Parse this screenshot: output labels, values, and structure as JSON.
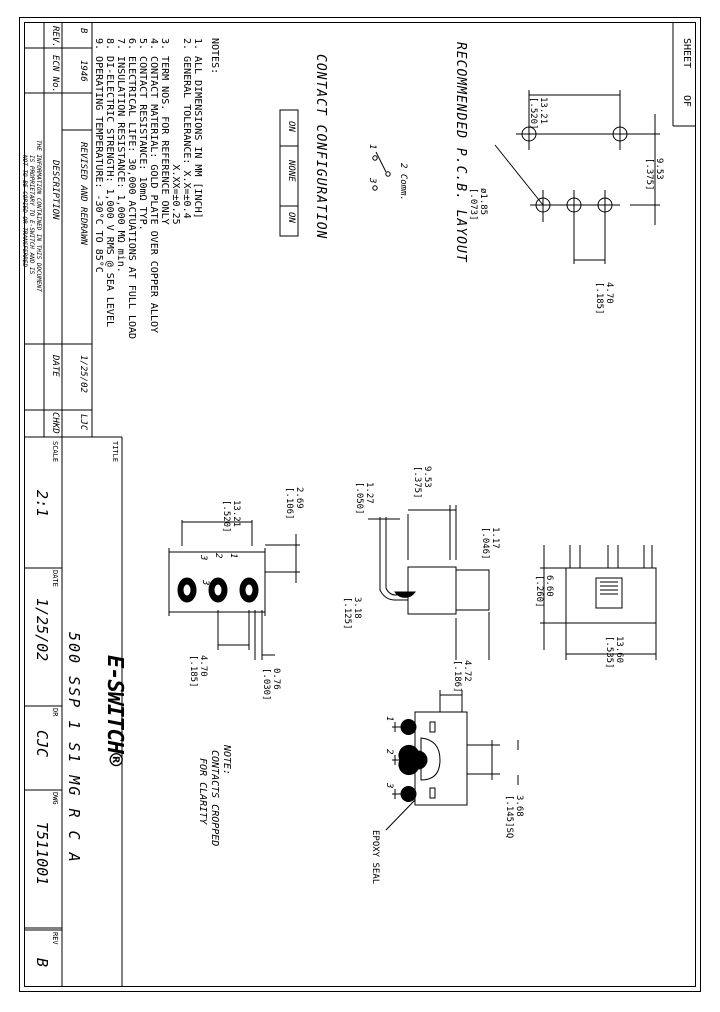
{
  "sheet": {
    "label": "SHEET",
    "of": "OF"
  },
  "pcb_layout": {
    "title": "RECOMMENDED P.C.B. LAYOUT",
    "dim_pitch_mm": "13.21",
    "dim_pitch_in": "[.520]",
    "dim_row_mm": "9.53",
    "dim_row_in": "[.375]",
    "dim_hole_mm": "ø1.85",
    "dim_hole_in": "[.073]",
    "dim_space_mm": "4.70",
    "dim_space_in": "[.185]"
  },
  "contact_config": {
    "title": "CONTACT CONFIGURATION",
    "table": [
      "ON",
      "NONE",
      "ON"
    ],
    "labels": {
      "common": "2 Comm.",
      "one": "1",
      "three": "3"
    }
  },
  "notes": {
    "heading": "NOTES:",
    "items": [
      "1. ALL DIMENSIONS IN MM [INCH]",
      "2. GENERAL TOLERANCE: X.X=±0.4",
      "                     X.XX=±0.25",
      "3. TERM NOS. FOR REFERENCE ONLY",
      "4. CONTACT MATERIAL: GOLD PLATE OVER COPPER ALLOY",
      "5. CONTACT RESISTANCE: 10mΩ TYP.",
      "6. ELECTRICAL LIFE: 30,000 ACTUATIONS AT FULL LOAD",
      "7. INSULATION RESISTANCE: 1,000 MΩ min.",
      "8. DI-ELECTRIC STRENGTH: 1,000 V RMS @ SEA LEVEL",
      "9. OPERATING TEMPERATURE: -30°C TO 85°C"
    ]
  },
  "revision": {
    "rev_label": "REV.",
    "ecn_label": "ECN No.",
    "desc_label": "DESCRIPTION",
    "date_label": "DATE",
    "chkd_label": "CHKD",
    "rev": "B",
    "ecn": "1946",
    "desc": "REVISED AND REDRAWN",
    "date": "1/25/02",
    "chkd": "LJC"
  },
  "proprietary": [
    "THE INFORMATION CONTAINED IN THIS DOCUMENT",
    "IS PROPRIETARY TO E-SWITCH AND IS",
    "NOT TO BE COPIED OR TRANSFERRED"
  ],
  "title_block": {
    "title_label": "TITLE",
    "title": "500 SSP 1 S1 MG R C A",
    "scale_label": "SCALE",
    "scale": "2:1",
    "date_label": "DATE",
    "date": "1/25/02",
    "dr_label": "DR",
    "dr": "CJC",
    "dwg_label": "DWG",
    "dwg": "T511001",
    "rev_label": "REV",
    "rev": "B",
    "logo": "E-SWITCH®"
  },
  "top_view": {
    "pins": [
      "3",
      "2",
      "1"
    ],
    "dim_a_mm": "2.69",
    "dim_a_in": "[.106]",
    "dim_b_mm": "13.21",
    "dim_b_in": "[.520]",
    "dim_c_mm": "4.70",
    "dim_c_in": "[.185]",
    "dim_d_mm": "0.76",
    "dim_d_in": "[.030]"
  },
  "side_view": {
    "dim_a_mm": "9.53",
    "dim_a_in": "[.375]",
    "dim_b_mm": "1.27",
    "dim_b_in": "[.050]",
    "dim_c_mm": "1.17",
    "dim_c_in": "[.046]",
    "dim_d_mm": "3.18",
    "dim_d_in": "[.125]"
  },
  "front_view": {
    "dim_a_mm": "6.60",
    "dim_a_in": "[.260]",
    "dim_b_mm": "13.60",
    "dim_b_in": "[.535]"
  },
  "bottom_view": {
    "pins": [
      "1",
      "2",
      "3"
    ],
    "dim_a_mm": "4.72",
    "dim_a_in": "[.186]",
    "dim_b_mm": "3.68",
    "dim_b_in": "[.145]SQ",
    "epoxy": "EPOXY SEAL",
    "note_head": "NOTE:",
    "note_1": "CONTACTS CROPPED",
    "note_2": "FOR CLARITY"
  }
}
